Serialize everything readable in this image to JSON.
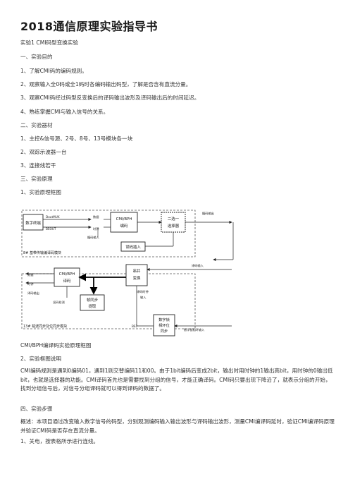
{
  "title": "2018通信原理实验指导书",
  "lines": [
    "实验1 CMI码型变换实验",
    "一、实验目的",
    "1、了解CMI码的编码规则。",
    "2、观察输入全0码或全1码时各编码输出码型，了解是否含有直流分量。",
    "3、观察CMI码经过码型反变换后的译码输出波形及译码输出后的时间延迟。",
    "4、熟练掌握CMI与输入信号的关系。",
    "二、实验器材",
    "1、主控&信号源、2号、8号、13号模块各一块",
    "2、双踪示波器一台",
    "3、连接线若干",
    "三、实验原理",
    "1、实验原理框图"
  ],
  "diagram": {
    "blocks": {
      "digital_terminal": "数字终端",
      "cmi_encoder_l1": "CMI/BPH",
      "cmi_encoder_l2": "编码",
      "selector_l1": "二选一",
      "selector_l2": "选择器",
      "error_insert": "误码插入",
      "cmi_decoder_l1": "CMI/BPH",
      "cmi_decoder_l2": "译码",
      "serial_parallel_l1": "串并",
      "serial_parallel_l2": "变换",
      "frame_sync_l1": "帧同步",
      "frame_sync_l2": "提取",
      "dpll_l1": "数字锁",
      "dpll_l2": "相环位",
      "dpll_l3": "同步"
    },
    "labels": {
      "dout_mux": "DoutMUX",
      "bsout": "BSOUT",
      "data_in": "数据",
      "clock_in": "时钟",
      "encode_input": "编码输入",
      "encode_output": "编码输出",
      "module8": "8# 基带传输编译码模块",
      "data_out": "数据",
      "clock_out": "时钟",
      "decode_output": "译码输出",
      "decode_input": "译码输入",
      "decode_clock_input_l1": "译码时钟",
      "decode_clock_input_l2": "输入",
      "error_detect": "误码检测",
      "module13": "13# 载波同步及位同步模块",
      "bs2": "BS2",
      "dpll_input": "数字锁相环输入"
    }
  },
  "caption": "CMI/BPH编译码实验原理框图",
  "section_2": "2、实验框图说明",
  "para1": "CMI编码规则是遇到0编码01，遇到1则交替编码11和00。由于1bit编码后变成2bit，输出时用时钟的1输出高bit，用时钟的0输出低bit，也就是选择器的功能。CMI译码首先也是需要找到分组的信号，才能正确译码。CMI码只要出现下降沿了，就表示分组的开始，找到分组信号后，对信号分组译码就可以得到译码的数据了。",
  "section_4": "四、实验步骤",
  "para2": "概述：本项目通过改变输入数字信号的码型，分别观测编码输入输出波形与译码输出波形，测量CMI编译码延时，验证CMI编译码原理并验证CMI码是否存在直流分量。",
  "step1": "1、关电，按表格所示进行连线。"
}
